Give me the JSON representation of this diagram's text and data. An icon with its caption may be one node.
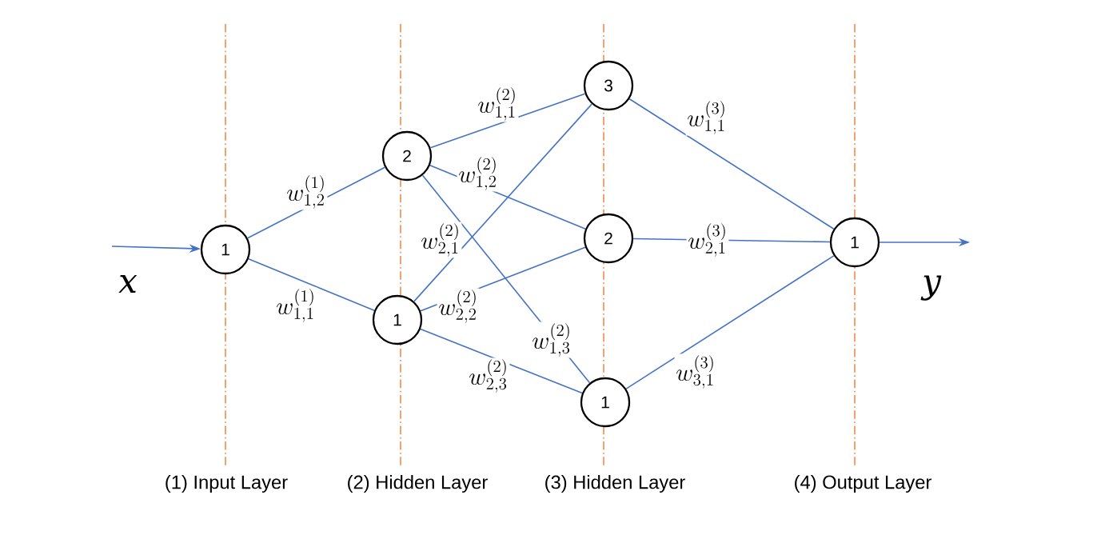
{
  "diagram": {
    "nodes": [
      {
        "text": [
          "1"
        ]
      },
      {
        "text": [
          "2"
        ]
      },
      {
        "text": [
          "1"
        ]
      },
      {
        "text": [
          "3"
        ]
      },
      {
        "text": [
          "2"
        ]
      },
      {
        "text": [
          "1"
        ]
      },
      {
        "text": [
          "1"
        ]
      }
    ],
    "edges": [
      {
        "from": null,
        "to": 0,
        "arrow": "to"
      },
      {
        "from": 0,
        "to": 1,
        "arrow": "none",
        "label": "w^{(1)}_{1,2}"
      },
      {
        "from": 0,
        "to": 2,
        "arrow": "none",
        "label": "w^{(1)}_{1,1}"
      },
      {
        "from": 1,
        "to": 3,
        "arrow": "none",
        "label": "w^{(2)}_{1,1}"
      },
      {
        "from": 1,
        "to": 4,
        "arrow": "none",
        "label": "w^{(2)}_{1,2}"
      },
      {
        "from": 1,
        "to": 5,
        "arrow": "none",
        "label": "w^{(2)}_{1,3}"
      },
      {
        "from": 2,
        "to": 3,
        "arrow": "none",
        "label": "w^{(2)}_{2,1}"
      },
      {
        "from": 2,
        "to": 4,
        "arrow": "none",
        "label": "w^{(2)}_{2,2}"
      },
      {
        "from": 2,
        "to": 5,
        "arrow": "none",
        "label": "w^{(2)}_{2,3}"
      },
      {
        "from": 3,
        "to": 6,
        "arrow": "none",
        "label": "w^{(3)}_{1,1}"
      },
      {
        "from": 4,
        "to": 6,
        "arrow": "none",
        "label": "w^{(3)}_{2,1}"
      },
      {
        "from": 5,
        "to": 6,
        "arrow": "none",
        "label": "w^{(3)}_{3,1}"
      },
      {
        "from": 6,
        "to": null,
        "arrow": "to"
      }
    ],
    "labels": [
      "x",
      "y",
      "(1) Input Layer",
      "(2) Hidden Layer",
      "(3) Hidden Layer",
      "(4) Output Layer"
    ]
  }
}
